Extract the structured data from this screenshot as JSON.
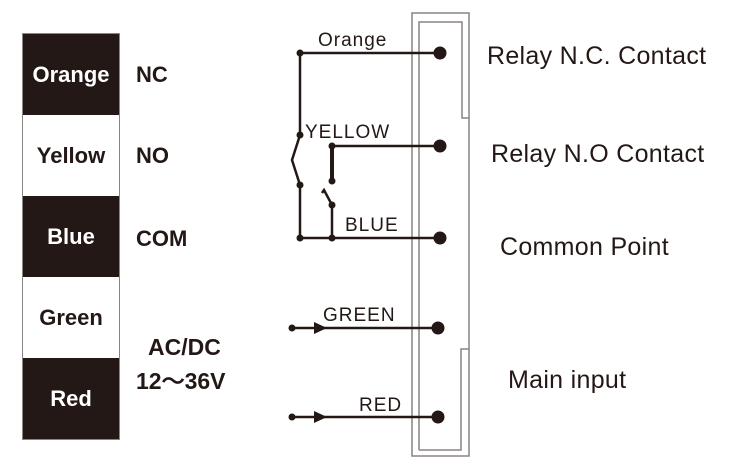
{
  "wire_colors": [
    {
      "name": "Orange",
      "function": "NC",
      "style": "dark"
    },
    {
      "name": "Yellow",
      "function": "NO",
      "style": "light"
    },
    {
      "name": "Blue",
      "function": "COM",
      "style": "dark"
    },
    {
      "name": "Green",
      "function": "",
      "style": "light"
    },
    {
      "name": "Red",
      "function": "",
      "style": "dark"
    }
  ],
  "power": {
    "line1": "AC/DC",
    "line2": "12～36V"
  },
  "wire_labels": {
    "orange": "Orange",
    "yellow": "YELLOW",
    "blue": "BLUE",
    "green": "GREEN",
    "red": "RED"
  },
  "terminal_labels": {
    "nc": "Relay N.C. Contact",
    "no": "Relay N.O Contact",
    "com": "Common Point",
    "main": "Main input"
  },
  "colors": {
    "ink": "#231815",
    "outline": "#8a8482",
    "background": "#ffffff"
  }
}
